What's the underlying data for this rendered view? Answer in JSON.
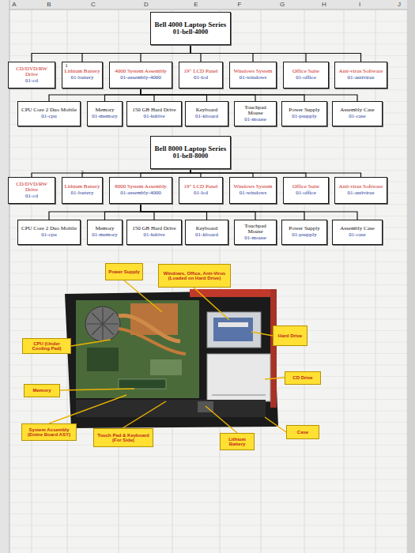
{
  "diagram": {
    "nodes": [
      {
        "text": [
          "Bell 4000 Laptop Series",
          "01-bell-4000"
        ]
      },
      {
        "text": [
          "CD/DVD/RW Drive",
          "01-cd"
        ]
      },
      {
        "text": [
          "Lithium Battery",
          "01-battery"
        ]
      },
      {
        "text": [
          "4000 System Assembly",
          "01-assembly-4000"
        ]
      },
      {
        "text": [
          "19\" LCD Panel",
          "01-lcd"
        ]
      },
      {
        "text": [
          "Windows System",
          "01-windows"
        ]
      },
      {
        "text": [
          "Office Suite",
          "01-office"
        ]
      },
      {
        "text": [
          "Anti-virus Software",
          "01-antivirus"
        ]
      },
      {
        "text": [
          "CPU Core 2 Duo Mobile",
          "01-cpu"
        ]
      },
      {
        "text": [
          "Memory",
          "01-memory"
        ]
      },
      {
        "text": [
          "150 GB Hard Drive",
          "01-hdrive"
        ]
      },
      {
        "text": [
          "Keyboard",
          "01-kboard"
        ]
      },
      {
        "text": [
          "Touchpad Mouse",
          "01-mouse"
        ]
      },
      {
        "text": [
          "Power Supply",
          "01-psupply"
        ]
      },
      {
        "text": [
          "Assembly Case",
          "01-case"
        ]
      },
      {
        "text": [
          "Bell 8000 Laptop Series",
          "01-bell-8000"
        ]
      },
      {
        "text": [
          "CD/DVD/RW Drive",
          "01-cd"
        ]
      },
      {
        "text": [
          "Lithium Battery",
          "01-battery"
        ]
      },
      {
        "text": [
          "8000 System Assembly",
          "01-assembly-4000"
        ]
      },
      {
        "text": [
          "19\" LCD Panel",
          "01-lcd"
        ]
      },
      {
        "text": [
          "Windows System",
          "01-windows"
        ]
      },
      {
        "text": [
          "Office Suite",
          "01-office"
        ]
      },
      {
        "text": [
          "Anti-virus Software",
          "01-antivirus"
        ]
      },
      {
        "text": [
          "CPU Core 2 Duo Mobile",
          "01-cpu"
        ]
      },
      {
        "text": [
          "Memory",
          "01-memory"
        ]
      },
      {
        "text": [
          "150 GB Hard Drive",
          "01-hdrive"
        ]
      },
      {
        "text": [
          "Keyboard",
          "01-kboard"
        ]
      },
      {
        "text": [
          "Touchpad Mouse",
          "01-mouse"
        ]
      },
      {
        "text": [
          "Power Supply",
          "01-psupply"
        ]
      },
      {
        "text": [
          "Assembly Case",
          "01-case"
        ]
      },
      {
        "text": [
          "Power Supply"
        ]
      },
      {
        "text": [
          "Windows, Office, Anti-Virus (Loaded on Hard Drive)"
        ]
      },
      {
        "text": [
          "Hard Drive"
        ]
      },
      {
        "text": [
          "CPU (Under Cooling Pad)"
        ]
      },
      {
        "text": [
          "CD Drive"
        ]
      },
      {
        "text": [
          "Memory"
        ]
      },
      {
        "text": [
          "System Assembly (Entire Board ASY)"
        ]
      },
      {
        "text": [
          "Touch Pad & Keyboard (For Side)"
        ]
      },
      {
        "text": [
          "Lithium Battery"
        ]
      },
      {
        "text": [
          "Case"
        ]
      }
    ],
    "edges": [
      {
        "from": 0,
        "to": 1,
        "arrow": "none"
      },
      {
        "from": 0,
        "to": 2,
        "arrow": "none"
      },
      {
        "from": 0,
        "to": 3,
        "arrow": "none"
      },
      {
        "from": 0,
        "to": 4,
        "arrow": "none"
      },
      {
        "from": 0,
        "to": 5,
        "arrow": "none"
      },
      {
        "from": 0,
        "to": 6,
        "arrow": "none"
      },
      {
        "from": 0,
        "to": 7,
        "arrow": "none"
      },
      {
        "from": 3,
        "to": 8,
        "arrow": "none"
      },
      {
        "from": 3,
        "to": 9,
        "arrow": "none"
      },
      {
        "from": 3,
        "to": 10,
        "arrow": "none"
      },
      {
        "from": 3,
        "to": 11,
        "arrow": "none"
      },
      {
        "from": 3,
        "to": 12,
        "arrow": "none"
      },
      {
        "from": 3,
        "to": 13,
        "arrow": "none"
      },
      {
        "from": 3,
        "to": 14,
        "arrow": "none"
      },
      {
        "from": 15,
        "to": 16,
        "arrow": "none"
      },
      {
        "from": 15,
        "to": 17,
        "arrow": "none"
      },
      {
        "from": 15,
        "to": 18,
        "arrow": "none"
      },
      {
        "from": 15,
        "to": 19,
        "arrow": "none"
      },
      {
        "from": 15,
        "to": 20,
        "arrow": "none"
      },
      {
        "from": 15,
        "to": 21,
        "arrow": "none"
      },
      {
        "from": 15,
        "to": 22,
        "arrow": "none"
      },
      {
        "from": 18,
        "to": 23,
        "arrow": "none"
      },
      {
        "from": 18,
        "to": 24,
        "arrow": "none"
      },
      {
        "from": 18,
        "to": 25,
        "arrow": "none"
      },
      {
        "from": 18,
        "to": 26,
        "arrow": "none"
      },
      {
        "from": 18,
        "to": 27,
        "arrow": "none"
      },
      {
        "from": 18,
        "to": 28,
        "arrow": "none"
      },
      {
        "from": 18,
        "to": 29,
        "arrow": "none"
      }
    ],
    "labels": [
      "A",
      "B",
      "C",
      "D",
      "E",
      "F",
      "G",
      "H",
      "I",
      "J",
      "1",
      "2"
    ]
  }
}
